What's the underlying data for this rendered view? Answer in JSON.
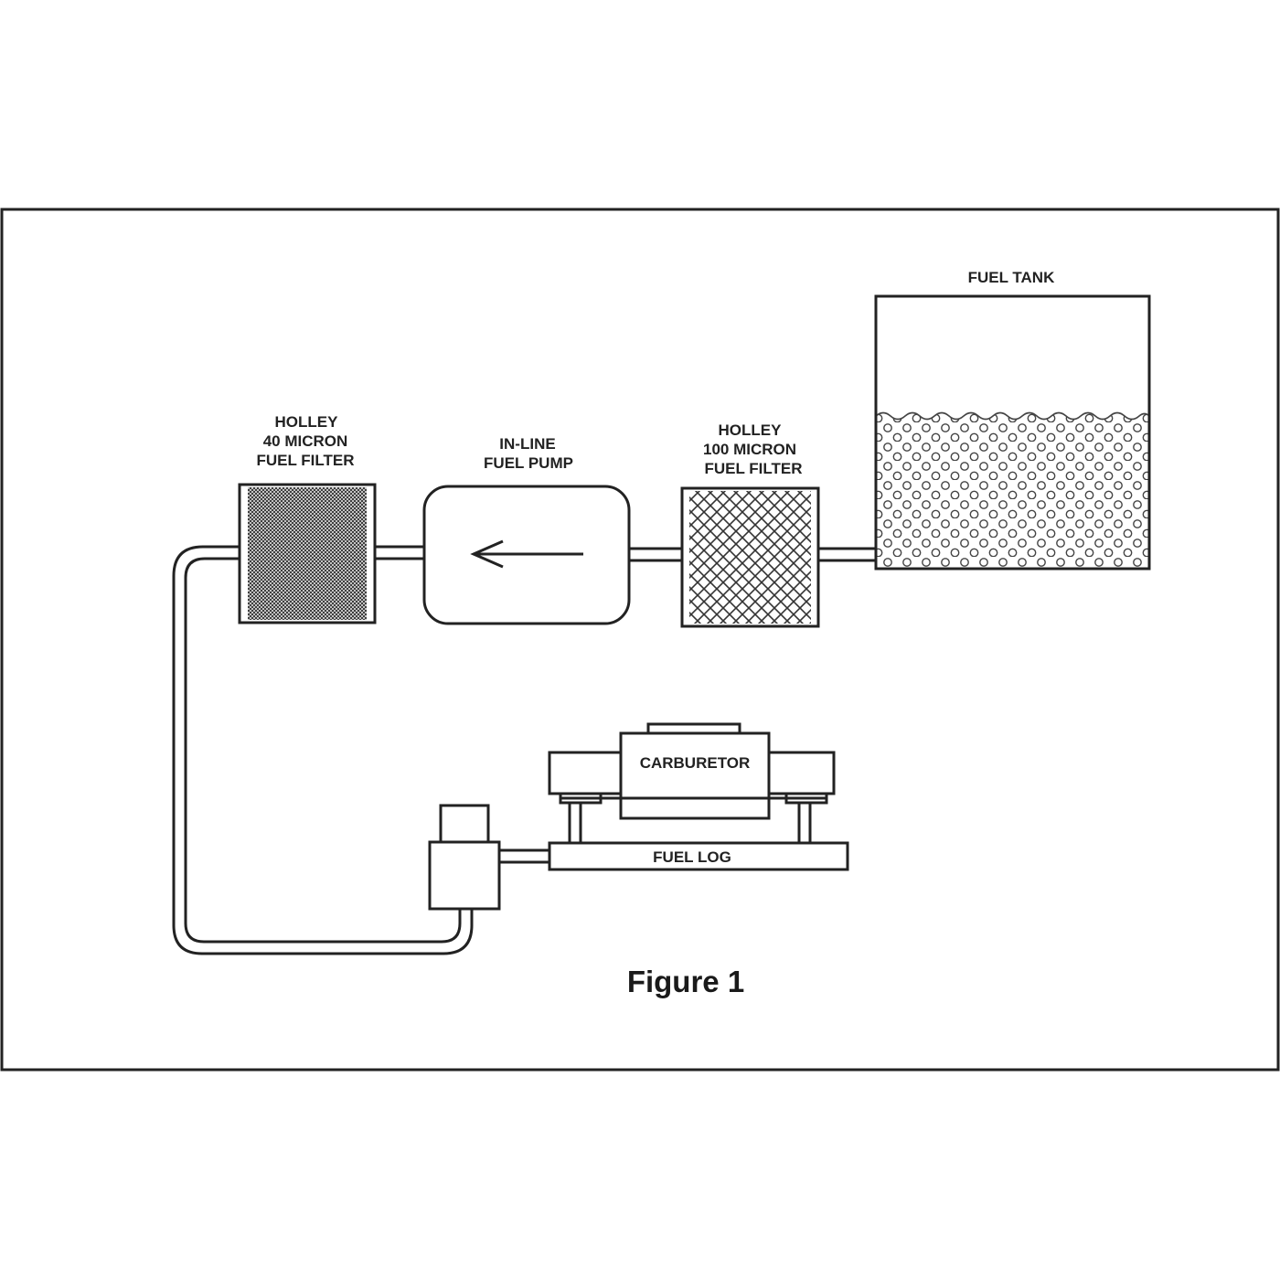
{
  "diagram": {
    "filter_40": {
      "label_lines": [
        "HOLLEY",
        "40 MICRON",
        "FUEL FILTER"
      ]
    },
    "pump": {
      "label_lines": [
        "IN-LINE",
        "FUEL PUMP"
      ]
    },
    "filter_100": {
      "label_lines": [
        "HOLLEY",
        "100 MICRON",
        "FUEL FILTER"
      ]
    },
    "tank": {
      "label": "FUEL TANK"
    },
    "carburetor": {
      "label": "CARBURETOR"
    },
    "fuel_log": {
      "label": "FUEL LOG"
    },
    "caption": "Figure 1"
  },
  "colors": {
    "line": "#222222",
    "background": "#ffffff"
  }
}
